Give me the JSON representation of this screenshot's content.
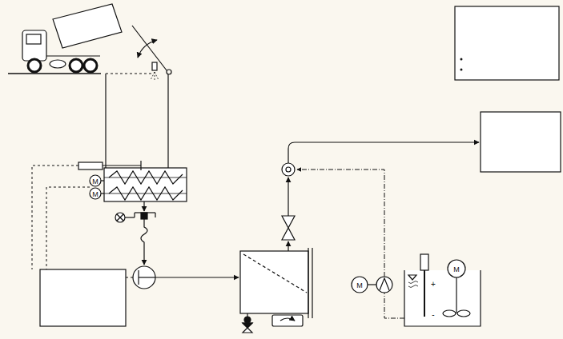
{
  "diagram": {
    "labels": [
      "M",
      "M",
      "M",
      "M",
      "+",
      "-"
    ]
  }
}
